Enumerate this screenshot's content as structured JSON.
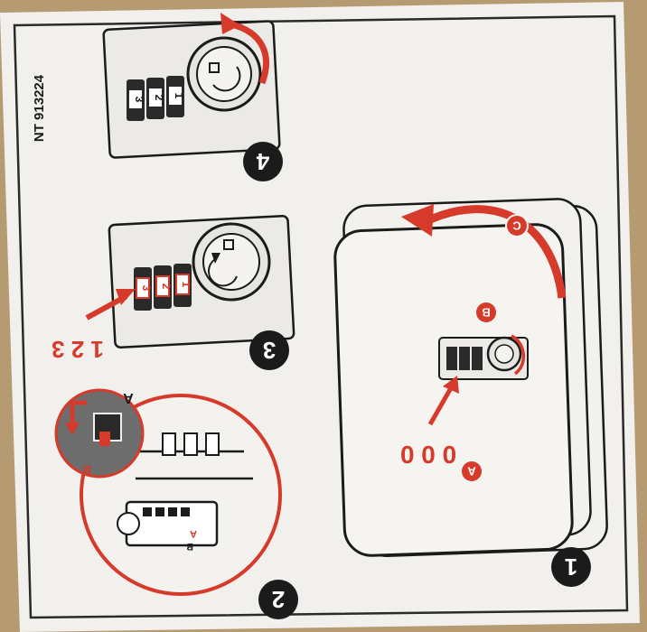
{
  "document": {
    "code": "NT 913224",
    "colors": {
      "accent": "#d63a2a",
      "ink": "#1b1b1b",
      "paper": "#f1f0ec",
      "board": "#b59a72"
    }
  },
  "steps": [
    {
      "number": "1",
      "labels": {
        "a": "A",
        "b": "B",
        "c": "C",
        "code": "0 0 0"
      }
    },
    {
      "number": "2",
      "labels": {
        "a": "A",
        "b": "B",
        "a_small": "A",
        "b_small": "B"
      }
    },
    {
      "number": "3",
      "labels": {
        "code": "1 2 3"
      },
      "wheels": [
        "1",
        "2",
        "3"
      ]
    },
    {
      "number": "4",
      "wheels": [
        "1",
        "2",
        "3"
      ]
    }
  ]
}
